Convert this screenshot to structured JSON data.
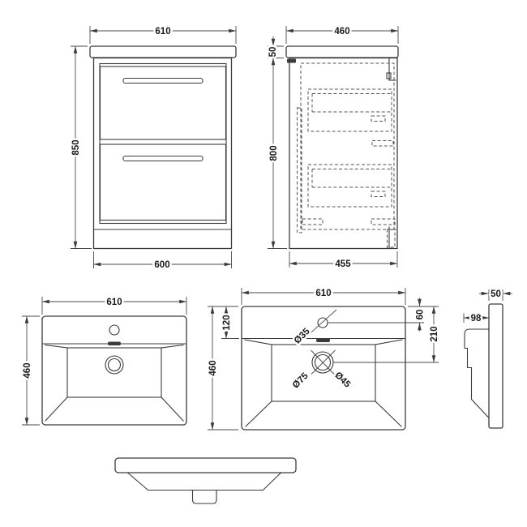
{
  "drawing": {
    "type": "technical-dimension-drawing",
    "subject": "floor-standing vanity unit with basin",
    "colors": {
      "background": "#ffffff",
      "line": "#3b3b3b",
      "text": "#191919"
    },
    "dims": {
      "front_width_top": "610",
      "front_height": "850",
      "front_width_bottom": "600",
      "side_depth_top": "460",
      "side_counter_height": "50",
      "side_height": "800",
      "side_depth_bottom": "455",
      "planl_width": "610",
      "planl_depth": "460",
      "planr_width": "610",
      "planr_depth": "460",
      "planr_ledge": "120",
      "planr_tap_offset": "60",
      "planr_drain_offset": "210",
      "tap_hole_dia": "Ø35",
      "waste_outer_dia": "Ø75",
      "waste_inner_dia": "Ø45",
      "profile_thickness": "50",
      "profile_lip": "98"
    }
  }
}
